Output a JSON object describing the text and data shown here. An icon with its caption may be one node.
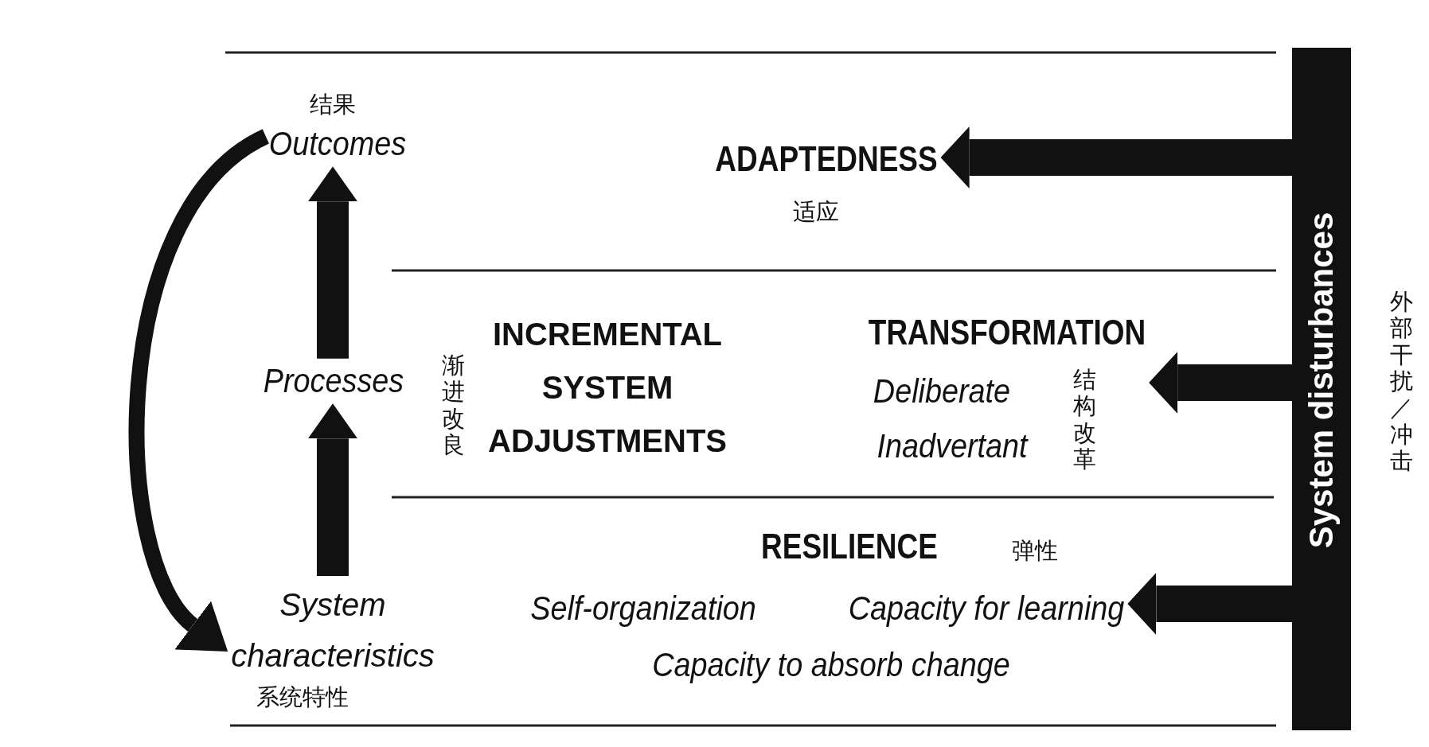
{
  "diagram": {
    "nodes": [
      {
        "text": [
          "结果",
          "Outcomes"
        ]
      },
      {
        "text": [
          "ADAPTEDNESS",
          "适应"
        ]
      },
      {
        "text": [
          "System disturbances"
        ],
        "beside": [
          "外部干扰／冲击"
        ]
      },
      {
        "text": [
          "Processes"
        ]
      },
      {
        "text": [
          "渐进改良",
          "INCREMENTAL SYSTEM ADJUSTMENTS"
        ]
      },
      {
        "text": [
          "TRANSFORMATION",
          "Deliberate",
          "Inadvertant",
          "结构改革"
        ]
      },
      {
        "text": [
          "System characteristics",
          "系统特性"
        ]
      },
      {
        "text": [
          "RESILIENCE",
          "弹性",
          "Self-organization",
          "Capacity for learning",
          "Capacity to absorb change"
        ]
      }
    ],
    "edges": [
      {
        "from": 6,
        "to": 3,
        "arrow": "to"
      },
      {
        "from": 3,
        "to": 0,
        "arrow": "to"
      },
      {
        "from": 0,
        "to": 6,
        "arrow": "to"
      },
      {
        "from": 2,
        "to": 1,
        "arrow": "to"
      },
      {
        "from": 2,
        "to": 5,
        "arrow": "to"
      },
      {
        "from": 2,
        "to": 7,
        "arrow": "to"
      }
    ]
  }
}
